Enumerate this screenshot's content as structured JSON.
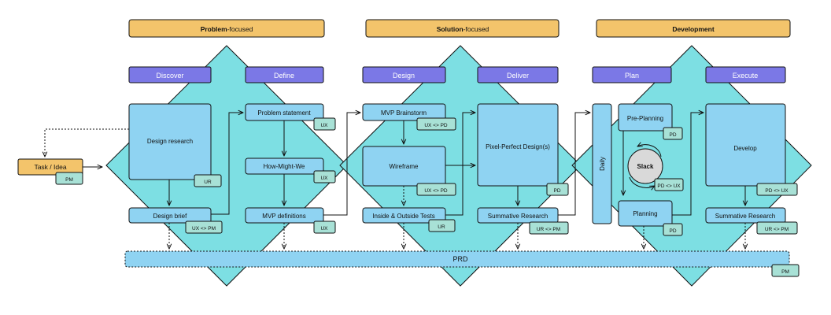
{
  "phases": {
    "problem": {
      "bold": "Problem",
      "rest": "-focused"
    },
    "solution": {
      "bold": "Solution",
      "rest": "-focused"
    },
    "development": {
      "bold": "Development",
      "rest": ""
    }
  },
  "stages": {
    "discover": "Discover",
    "define": "Define",
    "design": "Design",
    "deliver": "Deliver",
    "plan": "Plan",
    "execute": "Execute"
  },
  "nodes": {
    "task_idea": "Task / Idea",
    "design_research": "Design research",
    "design_brief": "Design brief",
    "problem_statement": "Problem statement",
    "how_might_we": "How-Might-We",
    "mvp_definitions": "MVP definitions",
    "mvp_brainstorm": "MVP Brainstorm",
    "wireframe": "Wireframe",
    "inside_outside_tests": "Inside & Outside Tests",
    "pixel_perfect": "Pixel-Perfect Design(s)",
    "summative_research_1": "Summative Research",
    "daily": "Daily",
    "pre_planning": "Pre-Planning",
    "slack": "Slack",
    "planning": "Planning",
    "develop": "Develop",
    "summative_research_2": "Summative Research",
    "prd": "PRD"
  },
  "tags": {
    "task_idea": "PM",
    "design_research": "UR",
    "design_brief": "UX <> PM",
    "problem_statement": "UX",
    "how_might_we": "UX",
    "mvp_definitions": "UX",
    "mvp_brainstorm": "UX <> PD",
    "wireframe": "UX <> PD",
    "inside_outside_tests": "UR",
    "pixel_perfect": "PD",
    "summative_research_1": "UR <> PM",
    "pre_planning": "PD",
    "slack": "PD <> UX",
    "planning": "PD",
    "develop": "PD <> UX",
    "summative_research_2": "UR <> PM",
    "prd": "PM"
  },
  "colors": {
    "phase_bar": "#f3c46b",
    "stage_bar": "#7b78e6",
    "diamond": "#7ddfe3",
    "box": "#8fd3f2",
    "tag": "#a8e1d6",
    "task": "#f3c46b",
    "slack": "#d9d9d9"
  }
}
